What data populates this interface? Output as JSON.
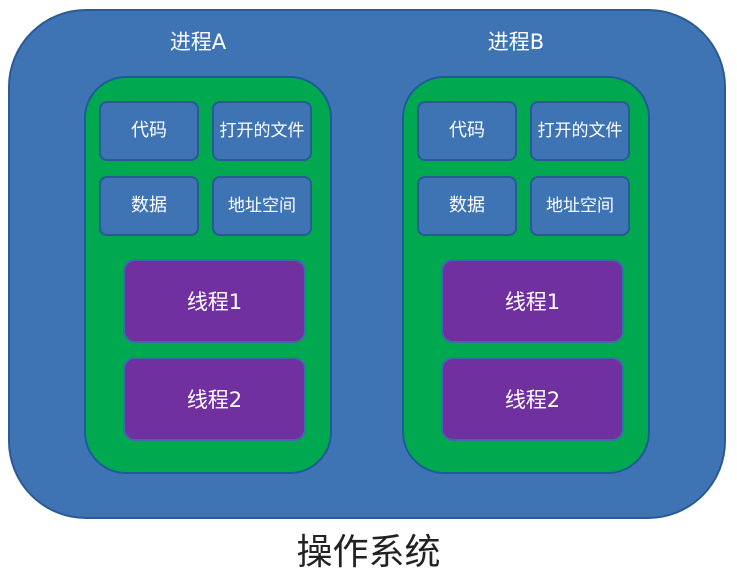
{
  "colors": {
    "os_fill": "#3f74b4",
    "process_fill": "#00a84f",
    "resource_fill": "#3f74b4",
    "thread_fill": "#7030a0"
  },
  "os_label": "操作系统",
  "processes": [
    {
      "title": "进程A",
      "resources": [
        {
          "label": "代码"
        },
        {
          "label": "打开的文件"
        },
        {
          "label": "数据"
        },
        {
          "label": "地址空间"
        }
      ],
      "threads": [
        {
          "label": "线程1"
        },
        {
          "label": "线程2"
        }
      ]
    },
    {
      "title": "进程B",
      "resources": [
        {
          "label": "代码"
        },
        {
          "label": "打开的文件"
        },
        {
          "label": "数据"
        },
        {
          "label": "地址空间"
        }
      ],
      "threads": [
        {
          "label": "线程1"
        },
        {
          "label": "线程2"
        }
      ]
    }
  ]
}
